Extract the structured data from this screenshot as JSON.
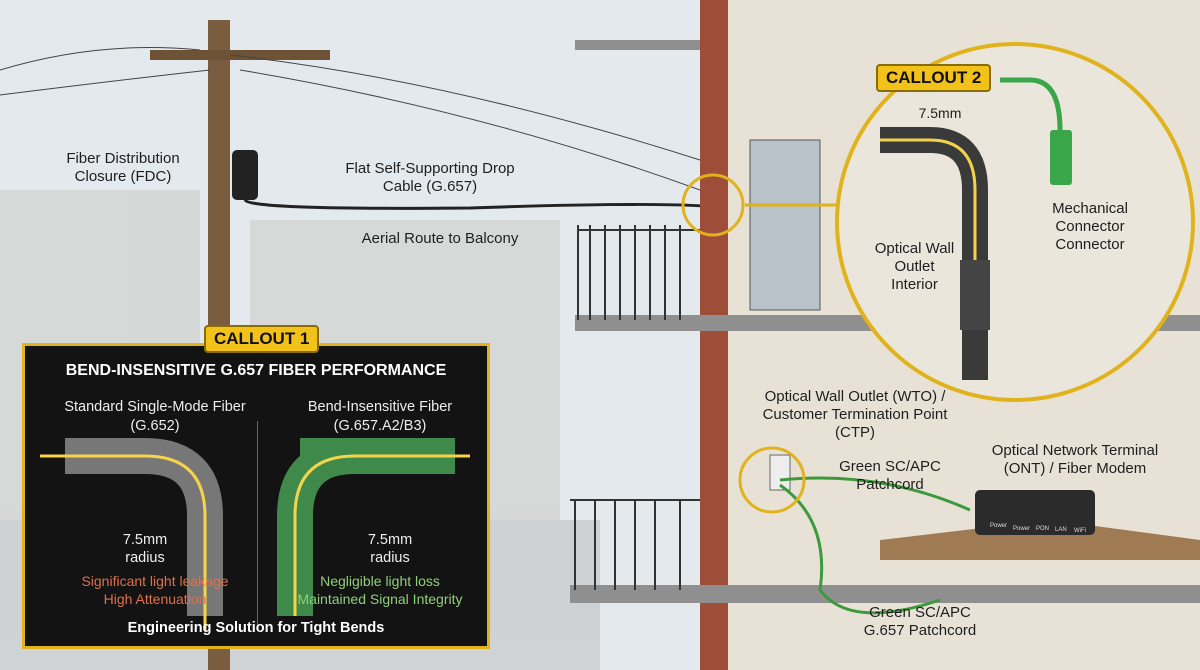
{
  "labels": {
    "fdc": "Fiber Distribution Closure (FDC)",
    "drop_cable": "Flat Self-Supporting Drop Cable (G.657)",
    "aerial_route": "Aerial Route to Balcony",
    "wto": "Optical Wall Outlet (WTO) / Customer Termination Point (CTP)",
    "ont": "Optical Network Terminal (ONT) / Fiber Modem",
    "patchcord_wall": "Green SC/APC Patchcord",
    "patchcord_floor": "Green SC/APC G.657 Patchcord"
  },
  "callout1": {
    "tag": "CALLOUT 1",
    "title": "BEND-INSENSITIVE G.657 FIBER PERFORMANCE",
    "left": {
      "heading": "Standard Single-Mode Fiber (G.652)",
      "radius": "7.5mm radius",
      "result1": "Significant light leakage",
      "result2": "High Attenuation"
    },
    "right": {
      "heading": "Bend-Insensitive Fiber (G.657.A2/B3)",
      "radius": "7.5mm radius",
      "result1": "Negligible light loss",
      "result2": "Maintained Signal Integrity"
    },
    "footer": "Engineering Solution for Tight Bends"
  },
  "callout2": {
    "tag": "CALLOUT 2",
    "dimension": "7.5mm",
    "wall_outlet": "Optical Wall Outlet Interior",
    "connector": "Mechanical Connector Connector"
  },
  "ont_leds": [
    "Power",
    "Power",
    "PON",
    "LAN",
    "WiFi"
  ],
  "colors": {
    "accent": "#f2c21b",
    "panel": "#131313",
    "leak": "#e0704a",
    "ok": "#8fcf7a"
  }
}
